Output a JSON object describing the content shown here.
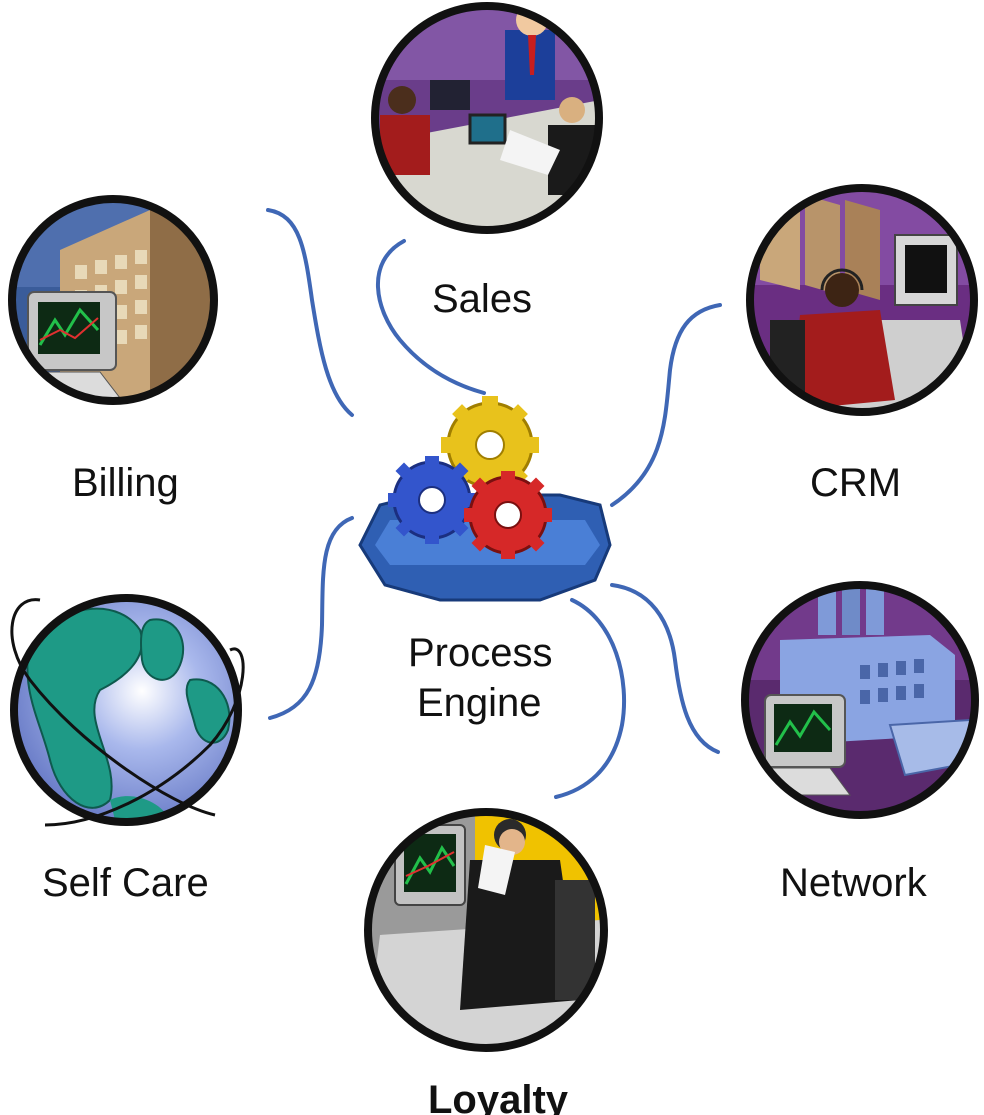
{
  "diagram": {
    "center": {
      "line1": "Process",
      "line2": "Engine",
      "icon": "gears-icon"
    },
    "nodes": {
      "sales": {
        "label": "Sales",
        "icon": "meeting-people-icon",
        "bg": "#6a3d8a"
      },
      "billing": {
        "label": "Billing",
        "icon": "office-building-computer-icon",
        "bg": "#3a5c9a"
      },
      "crm": {
        "label": "CRM",
        "icon": "call-center-agent-icon",
        "bg": "#6a2e82"
      },
      "self_care": {
        "label": "Self Care",
        "icon": "globe-icon",
        "bg": "#7d8ed0"
      },
      "network": {
        "label": "Network",
        "icon": "factory-computer-icon",
        "bg": "#5a2a6e"
      },
      "loyalty": {
        "label": "Loyalty",
        "icon": "businessman-computer-icon",
        "bg": "#f0c200"
      }
    },
    "colors": {
      "connector": "#3f67b5",
      "ring": "#111111",
      "gear_blue": "#3355cc",
      "gear_yellow": "#e8c21c",
      "gear_red": "#d62828"
    }
  }
}
